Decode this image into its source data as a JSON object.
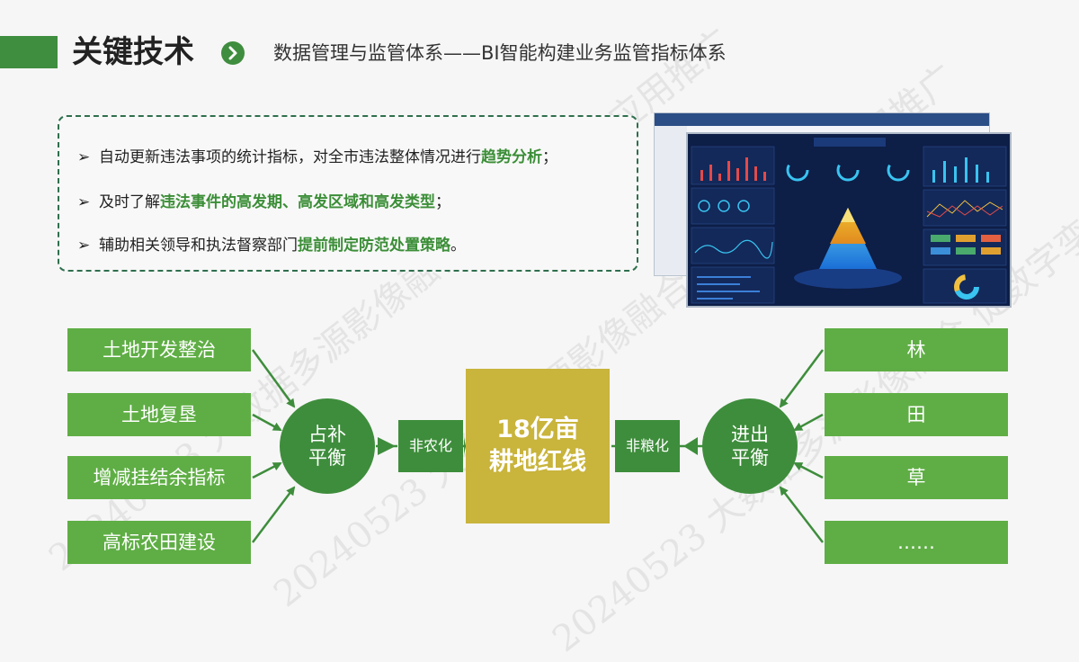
{
  "header": {
    "title": "关键技术",
    "subtitle": "数据管理与监管体系——BI智能构建业务监管指标体系"
  },
  "info": {
    "bullet_mark": "➢",
    "items": [
      {
        "pre": "自动更新违法事项的统计指标，对全市违法整体情况进行",
        "hl": "趋势分析",
        "post": "；"
      },
      {
        "pre": "及时了解",
        "hl": "违法事件的高发期、高发区域和高发类型",
        "post": "；"
      },
      {
        "pre": "辅助相关领导和执法督察部门",
        "hl": "提前制定防范处置策略",
        "post": "。"
      }
    ]
  },
  "diagram": {
    "left_items": [
      "土地开发整治",
      "土地复垦",
      "增减挂结余指标",
      "高标农田建设"
    ],
    "right_items": [
      "林",
      "田",
      "草",
      "……"
    ],
    "left_circle": [
      "占补",
      "平衡"
    ],
    "right_circle": [
      "进出",
      "平衡"
    ],
    "left_small": "非农化",
    "right_small": "非粮化",
    "center": [
      "18亿亩",
      "耕地红线"
    ]
  },
  "watermark": "20240523 大数据多源影像融合 促数字孪生应用推广",
  "colors": {
    "green_box": "#5fae45",
    "dark_green": "#3e8d3c",
    "gold": "#c9b43c",
    "highlight": "#3b8e37"
  }
}
